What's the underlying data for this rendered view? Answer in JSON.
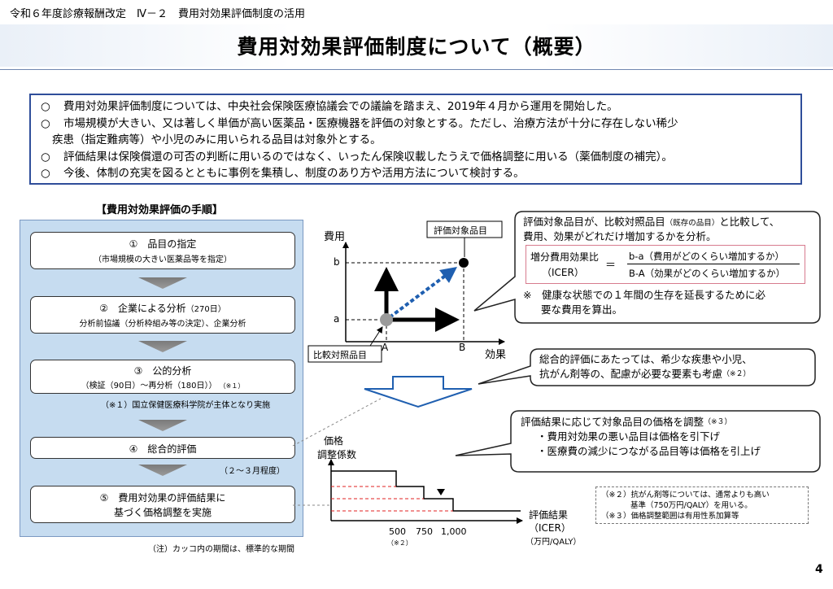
{
  "header": {
    "breadcrumb": "令和６年度診療報酬改定　Ⅳ－２　費用対効果評価制度の活用",
    "title": "費用対効果評価制度について（概要）"
  },
  "summary": {
    "b1": "費用対効果評価制度については、中央社会保険医療協議会での議論を踏まえ、2019年４月から運用を開始した。",
    "b2_l1": "市場規模が大きい、又は著しく単価が高い医薬品・医療機器を評価の対象とする。ただし、治療方法が十分に存在しない稀少",
    "b2_l2": "疾患（指定難病等）や小児のみに用いられる品目は対象外とする。",
    "b3": "評価結果は保険償還の可否の判断に用いるのではなく、いったん保険収載したうえで価格調整に用いる（薬価制度の補完）。",
    "b4": "今後、体制の充実を図るとともに事例を集積し、制度のあり方や活用方法について検討する。"
  },
  "procedure": {
    "heading": "【費用対効果評価の手順】",
    "step1_title": "①　品目の指定",
    "step1_sub": "（市場規模の大きい医薬品等を指定）",
    "step2_title": "②　企業による分析",
    "step2_days": "（270日）",
    "step2_sub": "分析前協議（分析枠組み等の決定）、企業分析",
    "step3_title": "③　公的分析",
    "step3_sub": "（検証（90日）～再分析（180日））",
    "step3_mark": "（※１）",
    "note1": "（※１）国立保健医療科学院が主体となり実施",
    "step4_title": "④　総合的評価",
    "step4_period": "（２～３月程度）",
    "step5_l1": "⑤　費用対効果の評価結果に",
    "step5_l2": "基づく価格調整を実施",
    "footnote": "（注）カッコ内の期間は、標準的な期間"
  },
  "graph1": {
    "y_label": "費用",
    "x_label": "効果",
    "tick_b": "b",
    "tick_a": "a",
    "tick_A": "A",
    "tick_B": "B",
    "target_label": "評価対象品目",
    "comparator_label": "比較対照品目"
  },
  "callout1": {
    "l1a": "評価対象品目が、比較対照品目",
    "l1b": "（既存の品目）",
    "l1c": "と比較して、",
    "l2": "費用、効果がどれだけ増加するかを分析。",
    "icer_label1": "増分費用効果比",
    "icer_label2": "（ICER）",
    "equals": "＝",
    "numerator": "b-a（費用がどのくらい増加するか）",
    "denominator": "B-A（効果がどのくらい増加するか）",
    "note_l1": "※　健康な状態での１年間の生存を延長するために必",
    "note_l2": "要な費用を算出。"
  },
  "callout2": {
    "l1": "総合的評価にあたっては、希少な疾患や小児、",
    "l2": "抗がん剤等の、配慮が必要な要素も考慮",
    "mark": "（※２）"
  },
  "callout3": {
    "l1": "評価結果に応じて対象品目の価格を調整",
    "mark": "（※３）",
    "l2": "・費用対効果の悪い品目は価格を引下げ",
    "l3": "・医療費の減少につながる品目等は価格を引上げ"
  },
  "graph2": {
    "y_label1": "価格",
    "y_label2": "調整係数",
    "x_label1": "評価結果",
    "x_label2": "（ICER）",
    "x_unit": "（万円/QALY）",
    "tick1": "500",
    "tick1_mark": "（※２）",
    "tick2": "750",
    "tick3": "1,000"
  },
  "footnote_box": {
    "l1": "（※２）抗がん剤等については、通常よりも高い",
    "l2": "基準（750万円/QALY）を用いる。",
    "l3": "（※３）価格調整範囲は有用性系加算等"
  },
  "page_number": "4",
  "colors": {
    "frame_blue": "#2f4e9a",
    "panel_blue": "#c6dcf0",
    "arrow_blue": "#1f5fb0",
    "pink_border": "#d77b8e",
    "dash_red": "#e02020"
  }
}
